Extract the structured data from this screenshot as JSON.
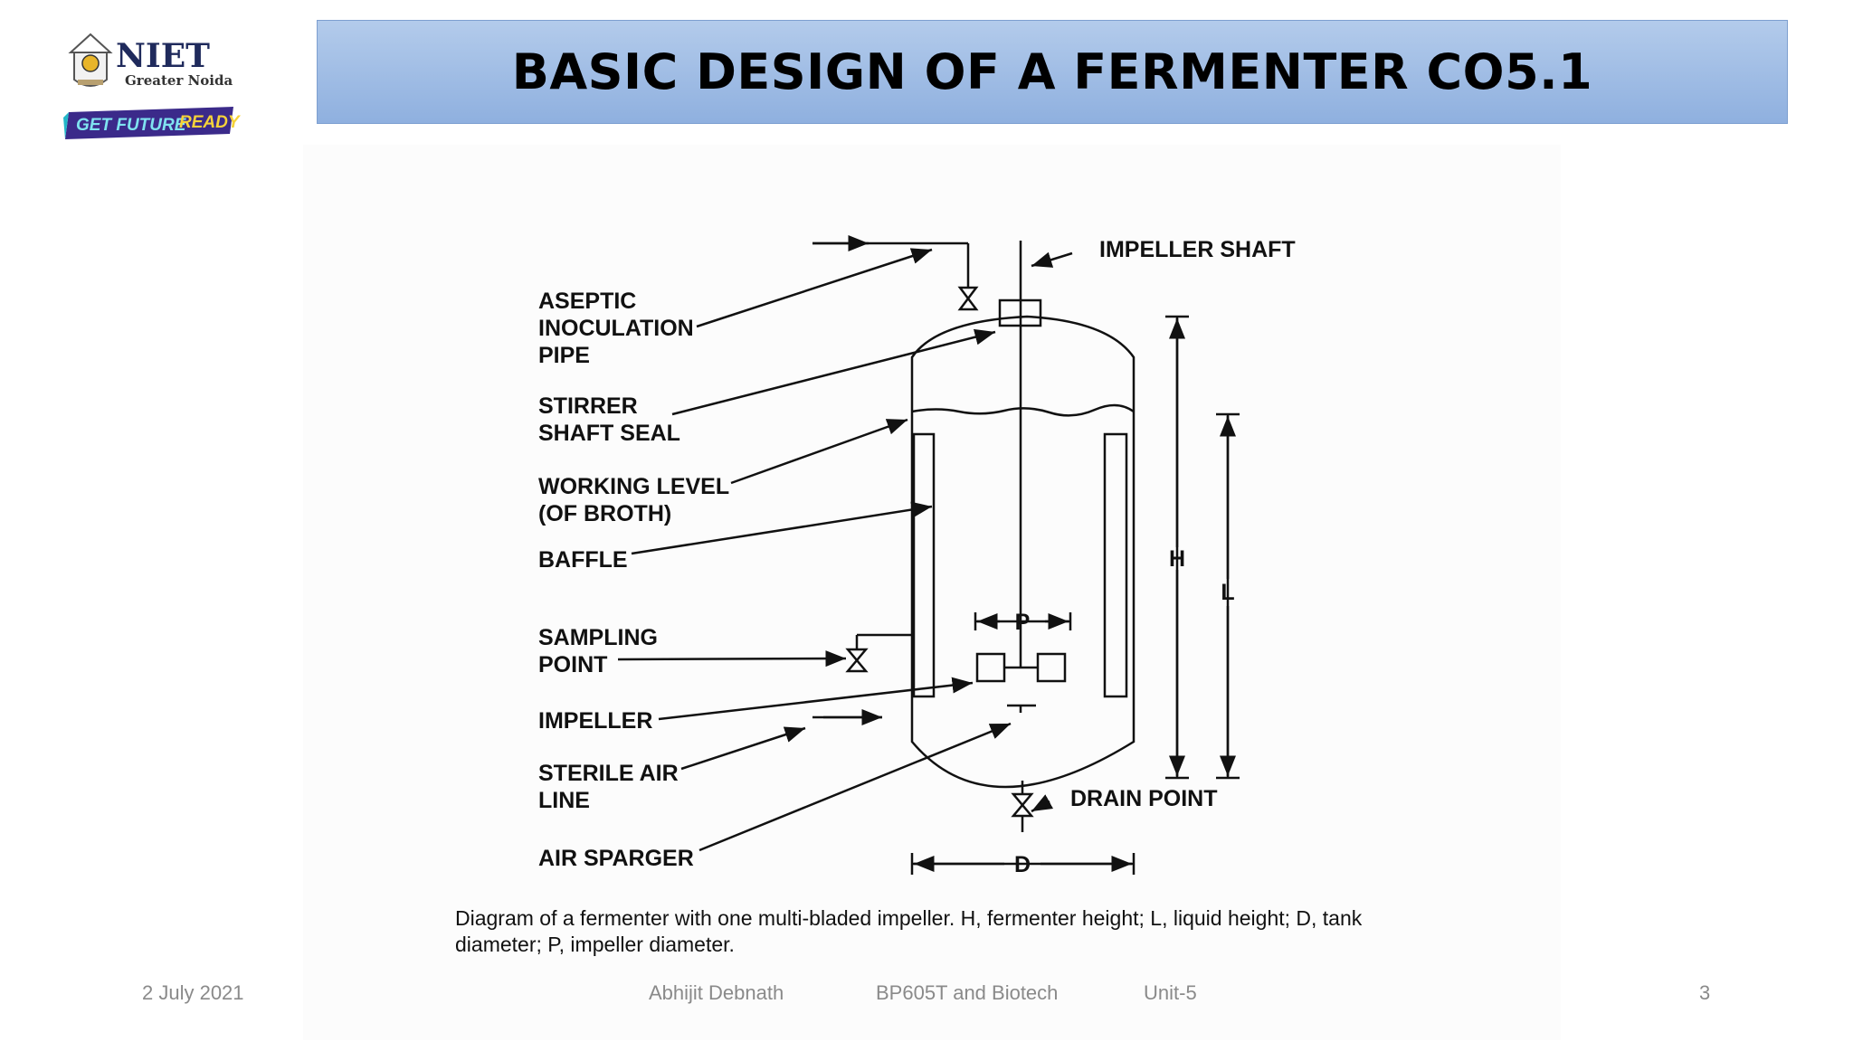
{
  "logo": {
    "name": "NIET",
    "subtitle": "Greater Noida",
    "tagline_part1": "GET FUTURE",
    "tagline_part2": "READY"
  },
  "title": "BASIC DESIGN OF A FERMENTER CO5.1",
  "diagram": {
    "labels": {
      "impeller_shaft": "IMPELLER SHAFT",
      "aseptic_1": "ASEPTIC",
      "aseptic_2": "INOCULATION",
      "aseptic_3": "PIPE",
      "stirrer_1": "STIRRER",
      "stirrer_2": "SHAFT SEAL",
      "working_1": "WORKING LEVEL",
      "working_2": "(OF BROTH)",
      "baffle": "BAFFLE",
      "sampling_1": "SAMPLING",
      "sampling_2": "POINT",
      "impeller": "IMPELLER",
      "sterile_1": "STERILE AIR",
      "sterile_2": "LINE",
      "air_sparger": "AIR SPARGER",
      "drain_point": "DRAIN POINT",
      "dim_h": "H",
      "dim_l": "L",
      "dim_p": "P",
      "dim_d": "D"
    },
    "caption_line1": "Diagram of a fermenter with one multi-bladed impeller. H, fermenter height; L, liquid height; D, tank",
    "caption_line2": "diameter; P, impeller diameter."
  },
  "footer": {
    "date": "2 July 2021",
    "author": "Abhijit  Debnath",
    "course": "BP605T and Biotech",
    "unit": "Unit-5",
    "page": "3"
  }
}
